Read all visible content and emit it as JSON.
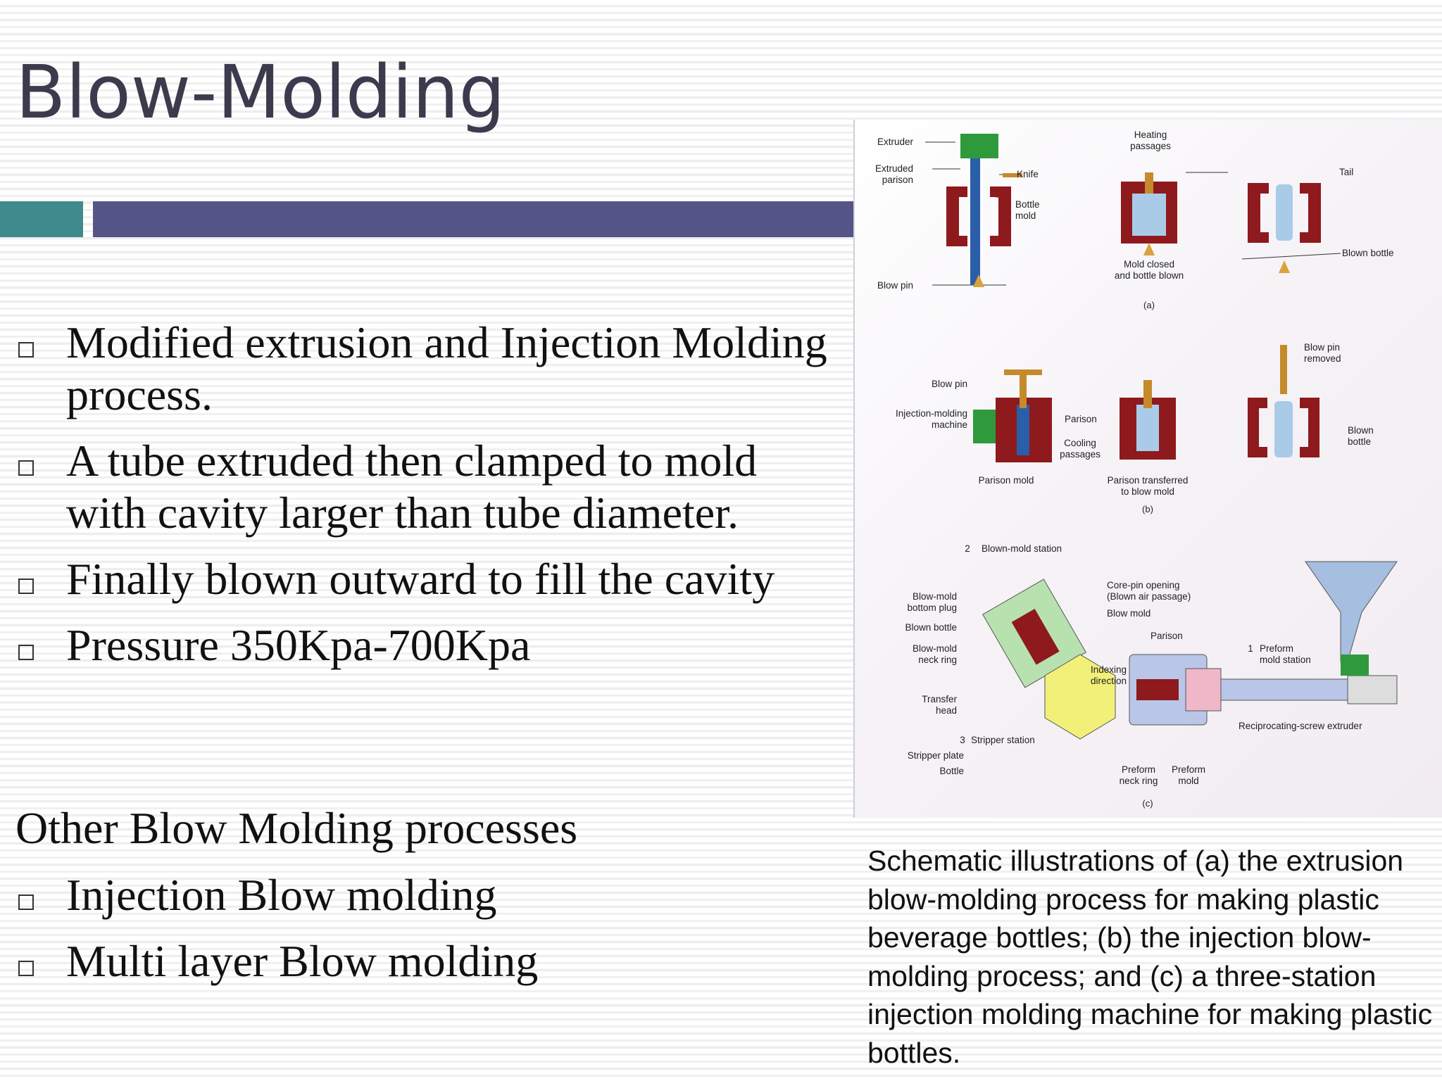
{
  "slide": {
    "title": "Blow-Molding",
    "accent_colors": {
      "teal": "#3f8a8c",
      "purple": "#545488"
    },
    "bullets": [
      "Modified extrusion and Injection Molding process.",
      "A tube extruded then clamped to mold with cavity larger than tube diameter.",
      "Finally blown outward to fill the cavity",
      "Pressure 350Kpa-700Kpa"
    ],
    "other_heading": "Other Blow Molding processes",
    "other_bullets": [
      "Injection Blow molding",
      "Multi layer Blow molding"
    ],
    "bullet_icon": "hollow-square-icon"
  },
  "figure": {
    "part_a": {
      "extruder": "Extruder",
      "extruded_parison_1": "Extruded",
      "extruded_parison_2": "parison",
      "knife": "Knife",
      "bottle_mold_1": "Bottle",
      "bottle_mold_2": "mold",
      "blow_pin": "Blow pin",
      "heating_1": "Heating",
      "heating_2": "passages",
      "mold_closed_1": "Mold closed",
      "mold_closed_2": "and bottle blown",
      "tail": "Tail",
      "blown_bottle": "Blown bottle",
      "letter": "(a)"
    },
    "part_b": {
      "blow_pin": "Blow pin",
      "injection_machine_1": "Injection-molding",
      "injection_machine_2": "machine",
      "parison": "Parison",
      "cooling_1": "Cooling",
      "cooling_2": "passages",
      "parison_mold": "Parison mold",
      "transferred_1": "Parison transferred",
      "transferred_2": "to blow mold",
      "blow_pin_removed_1": "Blow pin",
      "blow_pin_removed_2": "removed",
      "blown_bottle_1": "Blown",
      "blown_bottle_2": "bottle",
      "letter": "(b)"
    },
    "part_c": {
      "station2": "Blown-mold station",
      "num2": "2",
      "bottom_plug_1": "Blow-mold",
      "bottom_plug_2": "bottom plug",
      "blown_bottle": "Blown bottle",
      "neck_ring_1": "Blow-mold",
      "neck_ring_2": "neck ring",
      "transfer_head_1": "Transfer",
      "transfer_head_2": "head",
      "station3": "Stripper station",
      "num3": "3",
      "stripper_plate": "Stripper plate",
      "bottle": "Bottle",
      "core_pin_1": "Core-pin opening",
      "core_pin_2": "(Blown air passage)",
      "blow_mold": "Blow mold",
      "parison": "Parison",
      "indexing_1": "Indexing",
      "indexing_2": "direction",
      "station1_1": "Preform",
      "station1_2": "mold station",
      "num1": "1",
      "extruder": "Reciprocating-screw extruder",
      "preform_neck_1": "Preform",
      "preform_neck_2": "neck ring",
      "preform_mold_1": "Preform",
      "preform_mold_2": "mold",
      "letter": "(c)"
    }
  },
  "caption": "Schematic illustrations of (a) the extrusion blow-molding process for making plastic beverage bottles; (b) the injection blow-molding process; and (c) a three-station injection molding machine for making plastic bottles."
}
